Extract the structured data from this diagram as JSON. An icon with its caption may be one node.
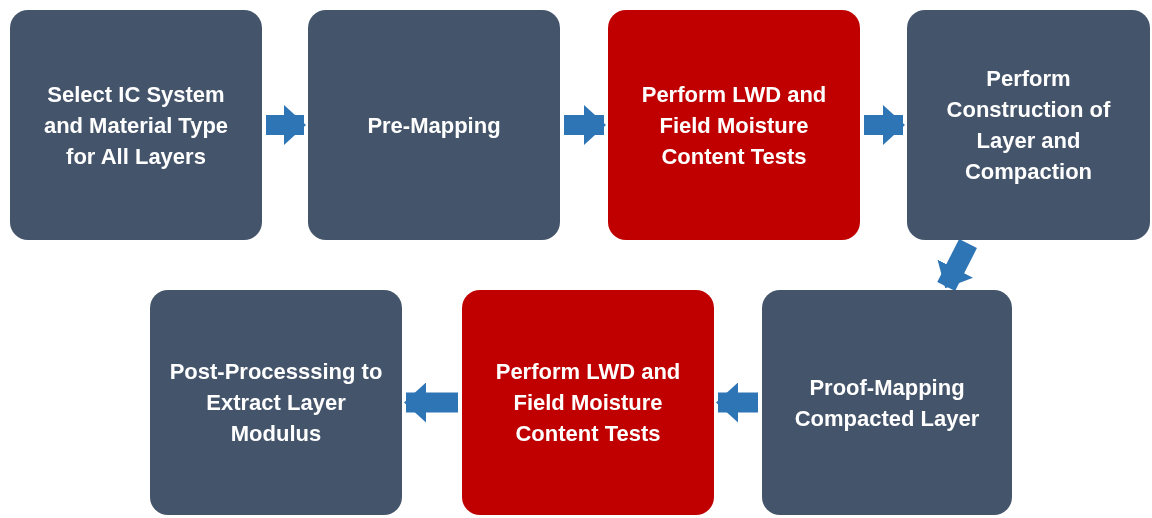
{
  "diagram": {
    "nodes": [
      {
        "text": [
          "Select IC System and Material Type for All Layers"
        ]
      },
      {
        "text": [
          "Pre-Mapping"
        ]
      },
      {
        "text": [
          "Perform LWD and Field Moisture Content Tests"
        ]
      },
      {
        "text": [
          "Perform Construction of Layer and Compaction"
        ]
      },
      {
        "text": [
          "Proof-Mapping Compacted Layer"
        ]
      },
      {
        "text": [
          "Perform LWD and Field Moisture Content Tests"
        ]
      },
      {
        "text": [
          "Post-Processsing to Extract Layer Modulus"
        ]
      }
    ],
    "edges": [
      {
        "from": 0,
        "to": 1,
        "arrow": "to"
      },
      {
        "from": 1,
        "to": 2,
        "arrow": "to"
      },
      {
        "from": 2,
        "to": 3,
        "arrow": "to"
      },
      {
        "from": 3,
        "to": 4,
        "arrow": "to"
      },
      {
        "from": 4,
        "to": 5,
        "arrow": "to"
      },
      {
        "from": 5,
        "to": 6,
        "arrow": "to"
      }
    ]
  }
}
